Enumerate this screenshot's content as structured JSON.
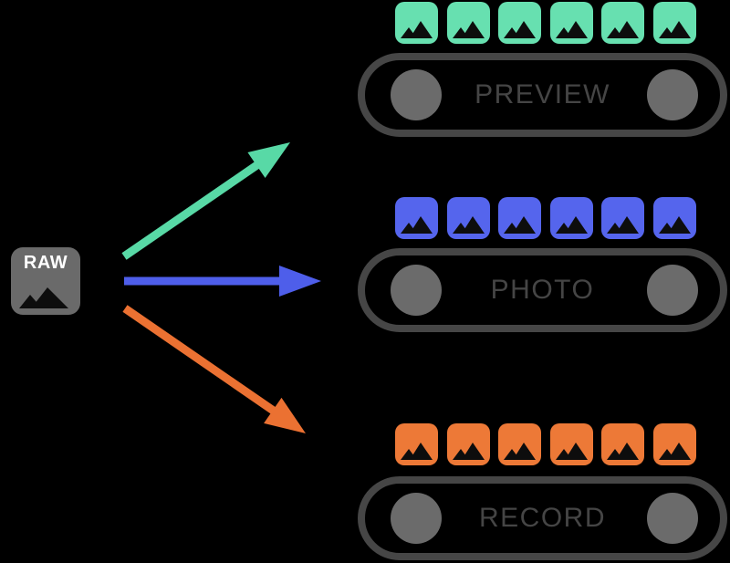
{
  "diagram": {
    "source": {
      "label": "RAW"
    },
    "pipelines": [
      {
        "id": "preview",
        "label": "PREVIEW",
        "frame_count": 6,
        "frame_color": "#67E0B0",
        "arrow_color": "#58D9A6"
      },
      {
        "id": "photo",
        "label": "PHOTO",
        "frame_count": 6,
        "frame_color": "#5565ED",
        "arrow_color": "#4E5EEA"
      },
      {
        "id": "record",
        "label": "RECORD",
        "frame_count": 6,
        "frame_color": "#ED7937",
        "arrow_color": "#EB7132"
      }
    ],
    "colors": {
      "background": "#000000",
      "belt_border": "#464646",
      "roller_fill": "#6B6B6B",
      "label_text": "#454545",
      "raw_box_fill": "#6A6A6A",
      "raw_text": "#FFFFFF",
      "mountain_glyph": "#0D0D0D"
    }
  }
}
